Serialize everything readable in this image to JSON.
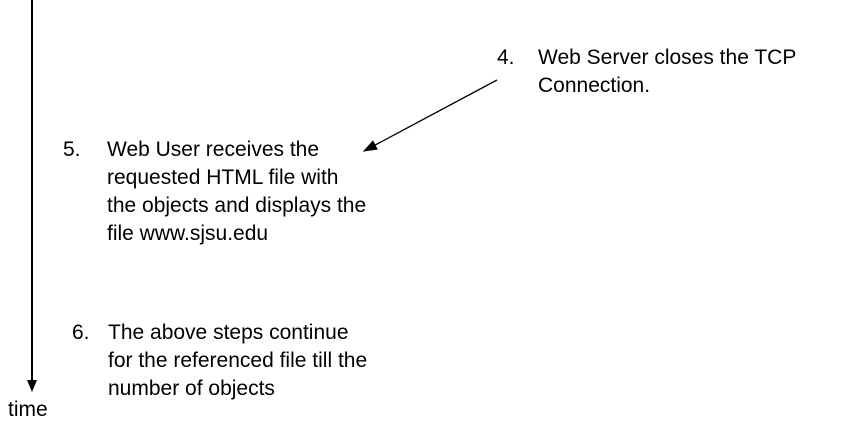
{
  "timeline": {
    "label": "time"
  },
  "steps": [
    {
      "number": "4.",
      "lines": [
        "Web Server closes the TCP",
        "Connection."
      ]
    },
    {
      "number": "5.",
      "lines": [
        "Web User receives the",
        "requested HTML file with",
        "the objects and displays the",
        "file www.sjsu.edu"
      ]
    },
    {
      "number": "6.",
      "lines": [
        "The above steps continue",
        "for the referenced file till the",
        "number of objects"
      ]
    }
  ],
  "colors": {
    "text": "#000000",
    "background": "#ffffff",
    "line": "#000000"
  }
}
